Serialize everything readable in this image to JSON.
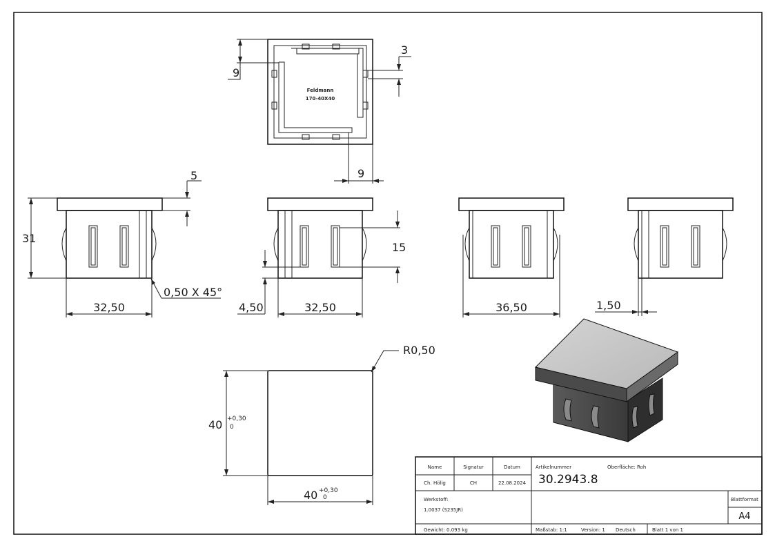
{
  "top_view": {
    "marking_line1": "Feldmann",
    "marking_line2": "170-40X40",
    "dim_left": "9",
    "dim_right": "3",
    "dim_bottom": "9"
  },
  "side_views": {
    "v1_height": "31",
    "v1_width": "32,50",
    "v1_cap": "5",
    "v1_chamfer": "0,50 X 45°",
    "v2_offset": "4,50",
    "v2_width": "32,50",
    "v2_slot": "15",
    "v3_width": "36,50",
    "v4_wall": "1,50"
  },
  "plan_view": {
    "radius": "R0,50",
    "height_value": "40",
    "width_value": "40",
    "tol_upper": "+0,30",
    "tol_lower": "0"
  },
  "title_block": {
    "col_name": "Name",
    "col_signatur": "Signatur",
    "col_datum": "Datum",
    "name": "Ch. Hölig",
    "signatur": "CH",
    "datum": "22.08.2024",
    "artikel_label": "Artikelnummer",
    "artikel_value": "30.2943.8",
    "oberflaeche": "Oberfläche: Roh",
    "werkstoff_label": "Werkstoff:",
    "werkstoff_value": "1.0037 (S235JR)",
    "blattformat_label": "Blattformat",
    "blattformat_value": "A4",
    "gewicht": "Gewicht: 0.093 kg",
    "massstab": "Maßstab: 1:1",
    "version": "Version: 1",
    "sprache": "Deutsch",
    "blatt": "Blatt 1 von 1"
  }
}
